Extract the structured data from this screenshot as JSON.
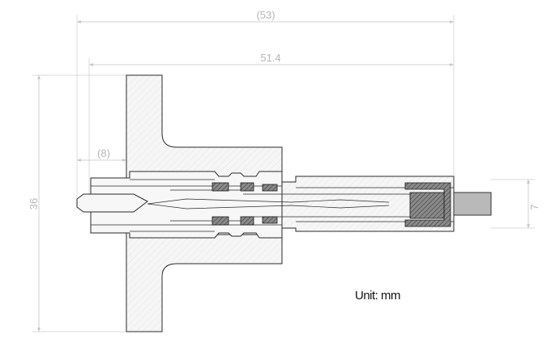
{
  "dimensions": {
    "overall_length": "(53)",
    "body_length": "51.4",
    "flange_offset": "(8)",
    "flange_height": "36",
    "cable_diameter": "7"
  },
  "unit_label": "Unit: mm"
}
